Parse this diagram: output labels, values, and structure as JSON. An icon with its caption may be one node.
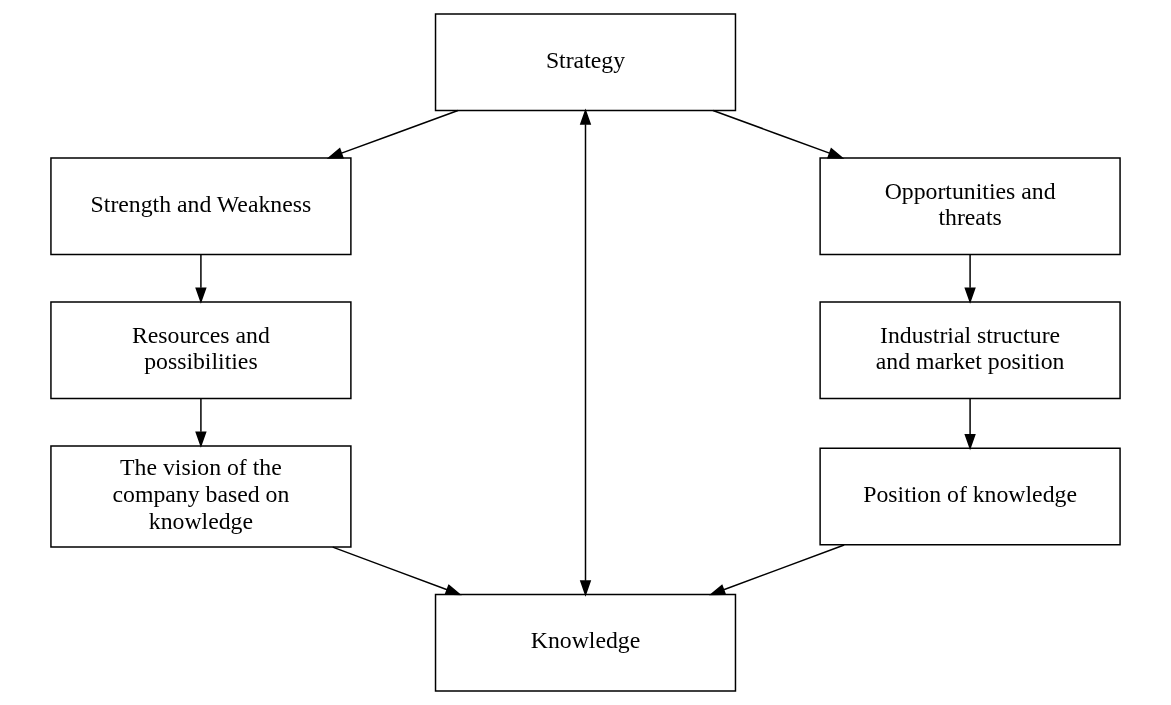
{
  "diagram": {
    "nodes": [
      {
        "text": [
          "Strategy"
        ]
      },
      {
        "text": [
          "Strength and Weakness"
        ]
      },
      {
        "text": [
          "Opportunities and threats"
        ]
      },
      {
        "text": [
          "Resources and possibilities"
        ]
      },
      {
        "text": [
          "Industrial structure and market position"
        ]
      },
      {
        "text": [
          "The vision of the company based on knowledge"
        ]
      },
      {
        "text": [
          "Position of knowledge"
        ]
      },
      {
        "text": [
          "Knowledge"
        ]
      }
    ],
    "edges": [
      {
        "from": 0,
        "to": 1,
        "arrow": "to"
      },
      {
        "from": 0,
        "to": 2,
        "arrow": "to"
      },
      {
        "from": 1,
        "to": 3,
        "arrow": "to"
      },
      {
        "from": 2,
        "to": 4,
        "arrow": "to"
      },
      {
        "from": 3,
        "to": 5,
        "arrow": "to"
      },
      {
        "from": 4,
        "to": 6,
        "arrow": "to"
      },
      {
        "from": 5,
        "to": 7,
        "arrow": "to"
      },
      {
        "from": 6,
        "to": 7,
        "arrow": "to"
      },
      {
        "from": 0,
        "to": 7,
        "arrow": "both"
      }
    ]
  }
}
